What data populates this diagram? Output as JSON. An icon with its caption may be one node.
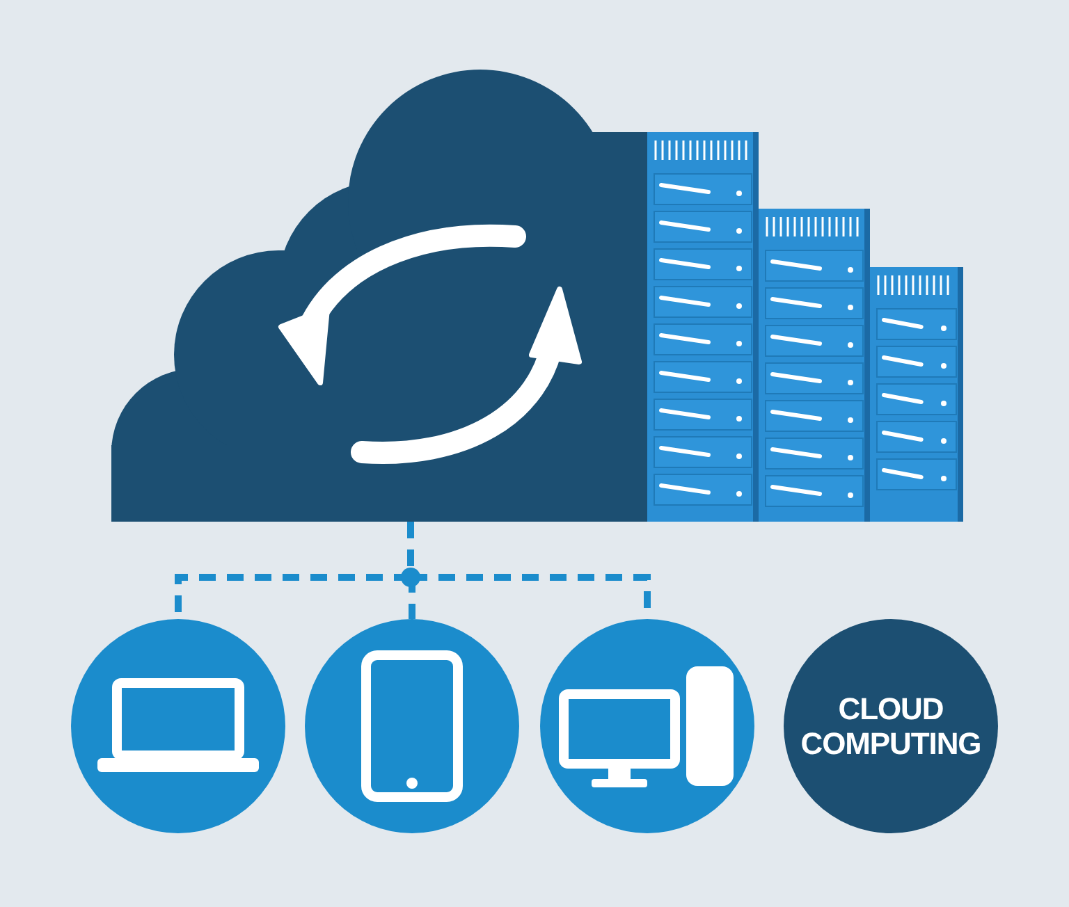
{
  "diagram": {
    "nodes": [
      {
        "text": [],
        "shape": "cloud"
      },
      {
        "text": [],
        "shape": "circle"
      },
      {
        "text": [],
        "shape": "circle"
      },
      {
        "text": [],
        "shape": "circle"
      },
      {
        "text": [
          "CLOUD COMPUTING"
        ]
      }
    ],
    "edges": [
      {
        "from": 0,
        "to": 1,
        "arrow": "none",
        "style": "dashed"
      },
      {
        "from": 0,
        "to": 2,
        "arrow": "none",
        "style": "dashed"
      },
      {
        "from": 0,
        "to": 3,
        "arrow": "none",
        "style": "dashed"
      }
    ]
  }
}
